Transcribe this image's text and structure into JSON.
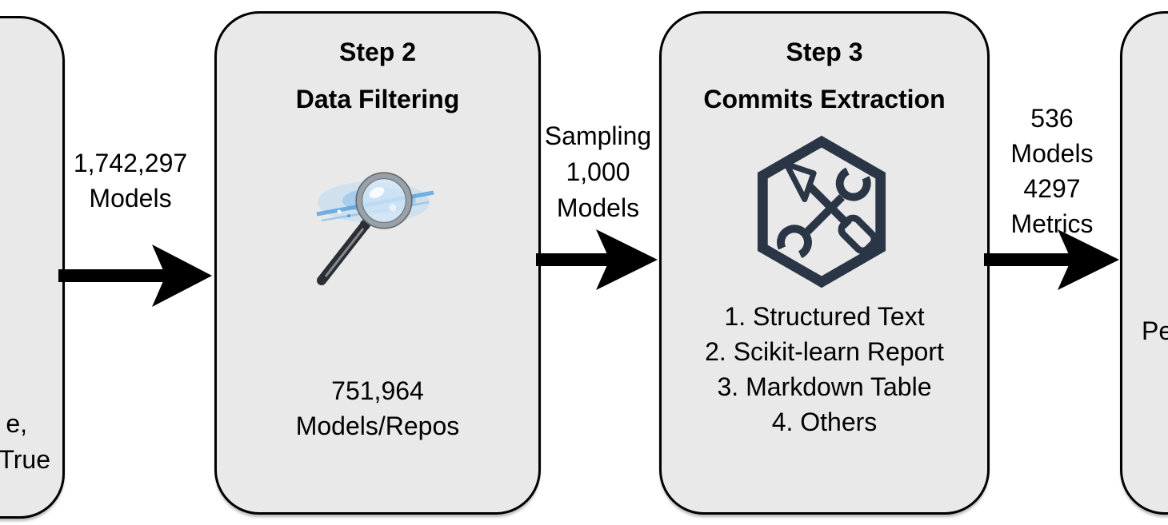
{
  "colors": {
    "box_fill": "#e9e9e9",
    "box_border": "#000000",
    "arrow": "#000000",
    "tools_icon": "#2a3545",
    "magnifier_glow": "#4d9be0"
  },
  "left_box": {
    "visible_line1": "e,",
    "visible_line2": "True"
  },
  "flow": {
    "arrow1": {
      "line1": "1,742,297",
      "line2": "Models"
    },
    "arrow2": {
      "line1": "Sampling",
      "line2": "1,000",
      "line3": "Models"
    },
    "arrow3": {
      "line1": "536",
      "line2": "Models",
      "line3": "4297",
      "line4": "Metrics"
    }
  },
  "step2": {
    "title": "Step 2",
    "subtitle": "Data Filtering",
    "icon": "magnifier-search-icon",
    "stat_line1": "751,964",
    "stat_line2": "Models/Repos"
  },
  "step3": {
    "title": "Step 3",
    "subtitle": "Commits Extraction",
    "icon": "crossed-tools-hexagon-icon",
    "items": [
      "1. Structured Text",
      "2. Scikit-learn Report",
      "3. Markdown Table",
      "4. Others"
    ]
  },
  "right_box": {
    "visible_line1": "Pe"
  }
}
